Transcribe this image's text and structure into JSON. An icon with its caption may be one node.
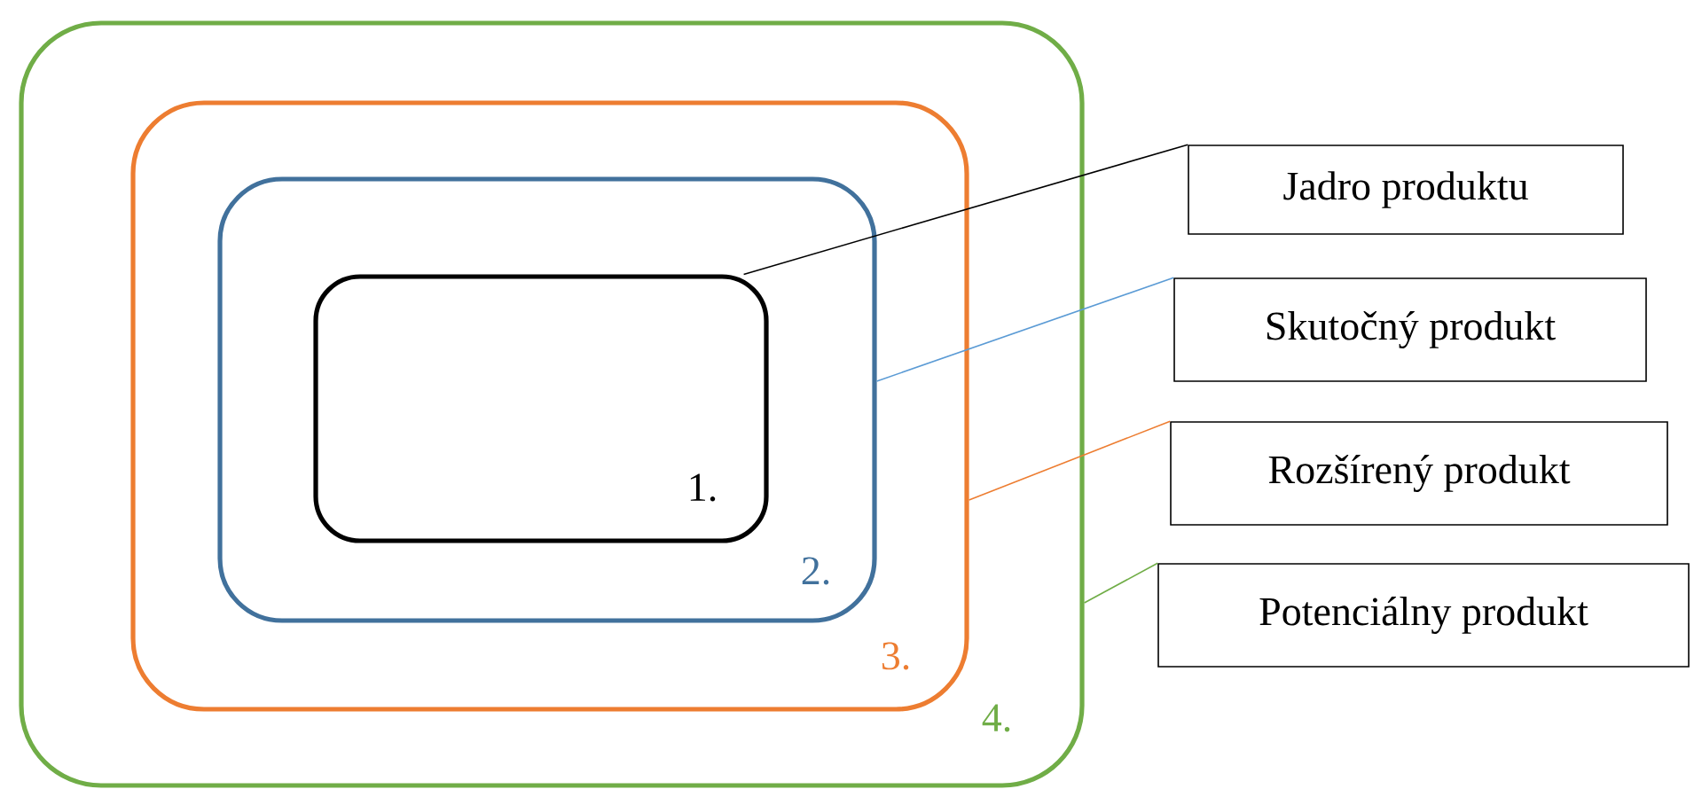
{
  "diagram": {
    "nodes": [
      {
        "text": [
          "4."
        ]
      },
      {
        "text": [
          "3."
        ],
        "in": 0
      },
      {
        "text": [
          "2."
        ],
        "in": 1
      },
      {
        "text": [
          "1."
        ],
        "in": 2
      },
      {
        "text": [
          "Jadro produktu"
        ]
      },
      {
        "text": [
          "Skutočný produkt"
        ]
      },
      {
        "text": [
          "Rozšírený produkt"
        ]
      },
      {
        "text": [
          "Potenciálny produkt"
        ]
      }
    ],
    "edges": [
      {
        "from": 4,
        "to": 3,
        "arrow": "none",
        "color": "#000000"
      },
      {
        "from": 5,
        "to": 2,
        "arrow": "none",
        "color": "#5b9bd5"
      },
      {
        "from": 6,
        "to": 1,
        "arrow": "none",
        "color": "#ed7d31"
      },
      {
        "from": 7,
        "to": 0,
        "arrow": "none",
        "color": "#70ad47"
      }
    ]
  }
}
